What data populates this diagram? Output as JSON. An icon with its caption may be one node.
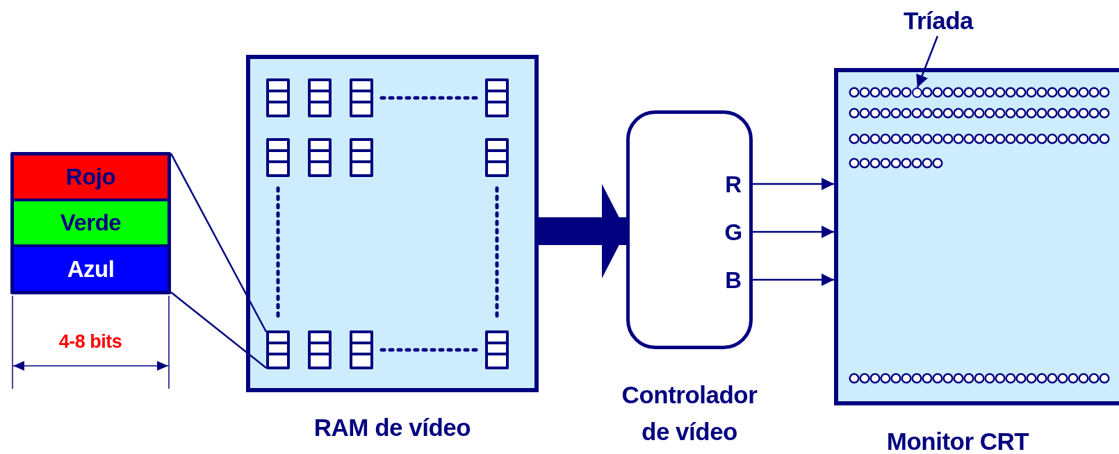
{
  "diagram": {
    "nodes": [
      {
        "text": [],
        "shape": "box"
      },
      {
        "text": [
          "Rojo"
        ],
        "in": 0
      },
      {
        "text": [
          "Verde"
        ],
        "in": 0
      },
      {
        "text": [
          "Azul"
        ],
        "in": 0
      },
      {
        "text": [
          "RAM de vídeo"
        ]
      },
      {
        "text": [],
        "shape": "box",
        "in": 4
      },
      {
        "text": [
          "R",
          "G",
          "B",
          "Controlador de vídeo"
        ]
      },
      {
        "text": [
          "Monitor CRT"
        ]
      },
      {
        "text": [],
        "shape": "circle",
        "in": 7
      },
      {
        "text": [
          "Tríada"
        ]
      }
    ],
    "edges": [
      {
        "from": 0,
        "to": 5,
        "arrow": "none"
      },
      {
        "from": 0,
        "to": 5,
        "arrow": "none"
      },
      {
        "from": 4,
        "to": 6,
        "arrow": "to",
        "style": "thick"
      },
      {
        "from": 6,
        "to": 7,
        "arrow": "to"
      },
      {
        "from": 6,
        "to": 7,
        "arrow": "to"
      },
      {
        "from": 6,
        "to": 7,
        "arrow": "to"
      },
      {
        "from": 9,
        "to": 8,
        "arrow": "to"
      }
    ],
    "labels": [
      "4-8 bits"
    ]
  }
}
